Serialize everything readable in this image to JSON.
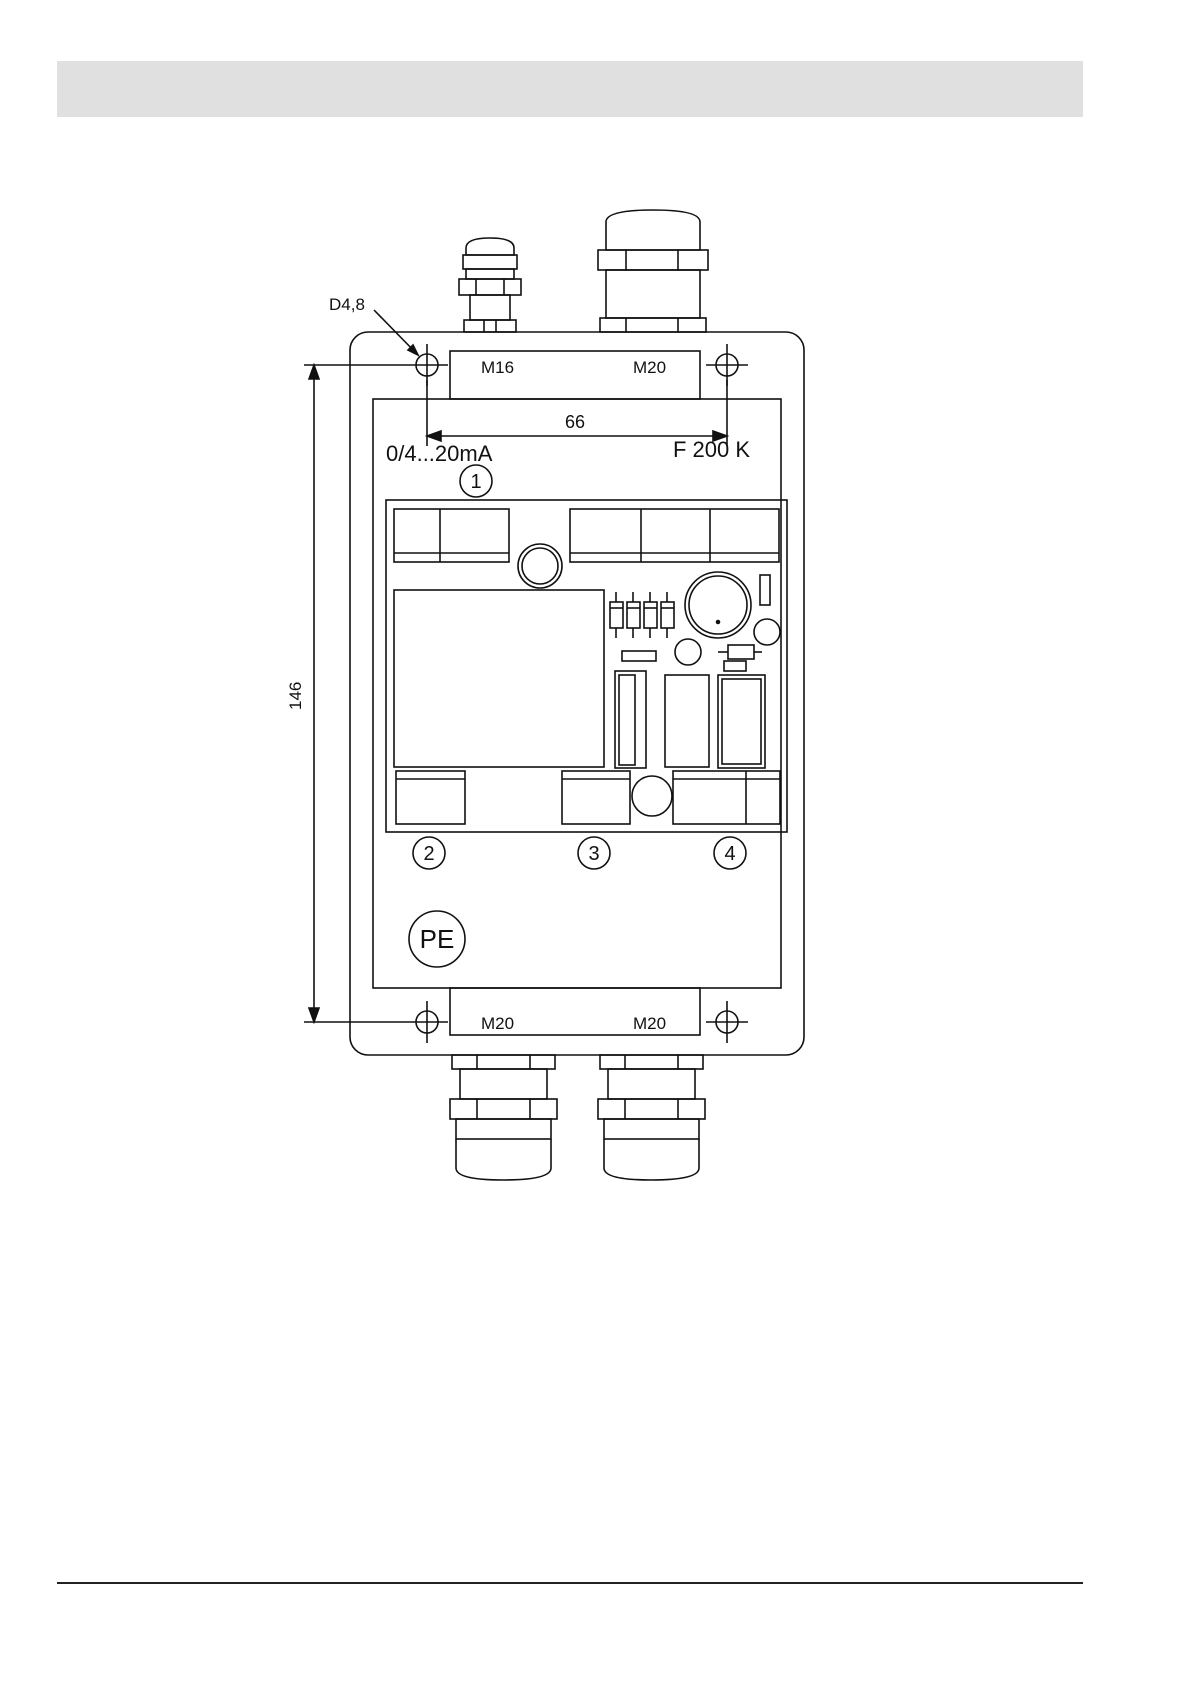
{
  "header": {
    "band_color": "#e0e0e0"
  },
  "drawing": {
    "hole_label": "D4,8",
    "top_gland_left": "M16",
    "top_gland_right": "M20",
    "bottom_gland_left": "M20",
    "bottom_gland_right": "M20",
    "width_dim": "66",
    "height_dim": "146",
    "signal_label": "0/4...20mA",
    "model_label": "F 200 K",
    "terminal_1": "1",
    "terminal_2": "2",
    "terminal_3": "3",
    "terminal_4": "4",
    "pe_label": "PE",
    "line_color": "#111111"
  }
}
